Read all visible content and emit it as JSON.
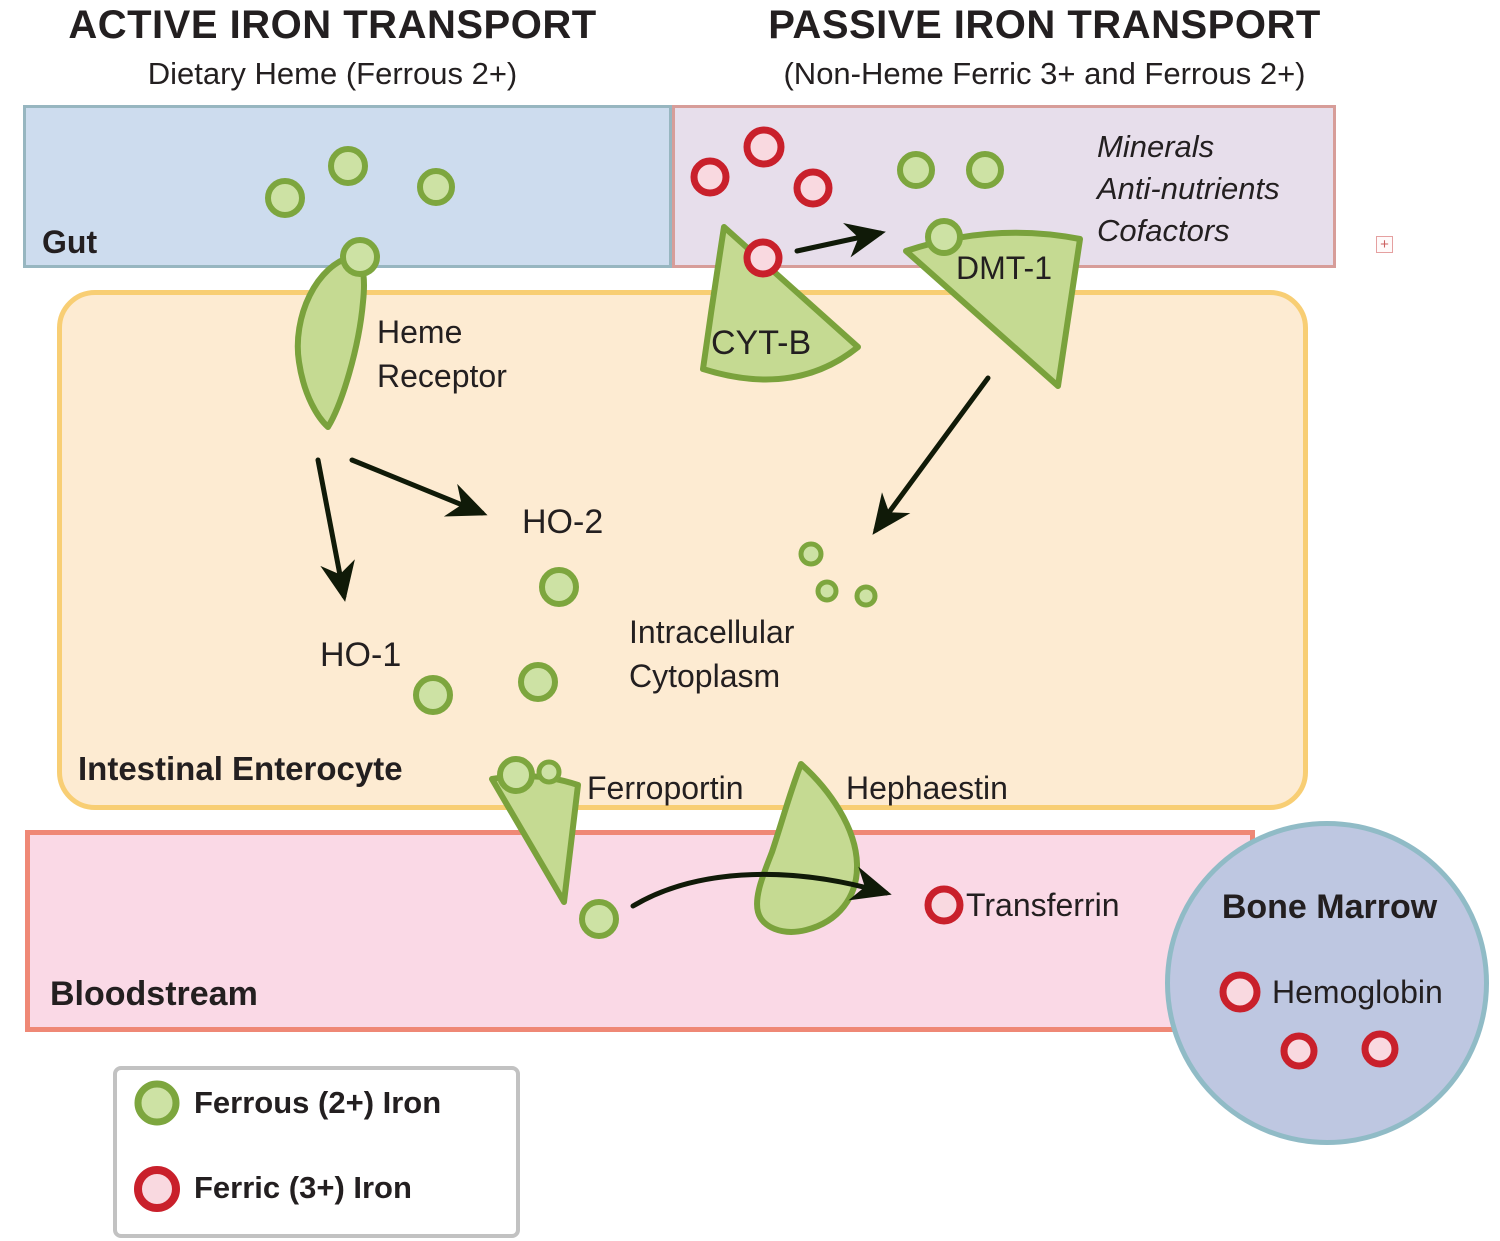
{
  "header": {
    "active": {
      "title": "ACTIVE IRON TRANSPORT",
      "subtitle": "Dietary Heme (Ferrous 2+)"
    },
    "passive": {
      "title": "PASSIVE IRON TRANSPORT",
      "subtitle": "(Non-Heme Ferric 3+ and Ferrous 2+)"
    }
  },
  "gut": {
    "label": "Gut"
  },
  "passive_box": {
    "notes": [
      "Minerals",
      "Anti-nutrients",
      "Cofactors"
    ]
  },
  "enterocyte": {
    "label": "Intestinal Enterocyte",
    "heme_receptor": "Heme Receptor",
    "cyt_b": "CYT-B",
    "dmt_1": "DMT-1",
    "ho_2": "HO-2",
    "ho_1": "HO-1",
    "cytoplasm": "Intracellular Cytoplasm",
    "ferroportin": "Ferroportin",
    "hephaestin": "Hephaestin"
  },
  "bloodstream": {
    "label": "Bloodstream",
    "transferrin": "Transferrin"
  },
  "bone_marrow": {
    "label": "Bone Marrow",
    "hemoglobin": "Hemoglobin"
  },
  "legend": {
    "ferrous": "Ferrous (2+) Iron",
    "ferric": "Ferric (3+) Iron"
  },
  "misc": {
    "broken_image_glyph": "+"
  },
  "colors": {
    "ferrous_fill": "#cde2a4",
    "ferrous_stroke": "#7da63e",
    "ferric_fill": "#f9d9e0",
    "ferric_stroke": "#c9202b",
    "protein_fill": "#c5da92",
    "protein_stroke": "#7aa23c",
    "gut_fill": "#cddcee",
    "gut_border": "#97b6c0",
    "passive_fill": "#e7deeb",
    "passive_border": "#d79d99",
    "enterocyte_fill": "#fdebd2",
    "enterocyte_border": "#f8ce74",
    "blood_fill": "#fad9e6",
    "blood_border": "#ef8876",
    "marrow_fill": "#bec7e1",
    "marrow_border": "#90bbc6",
    "arrow": "#101a08",
    "text": "#231f20"
  }
}
